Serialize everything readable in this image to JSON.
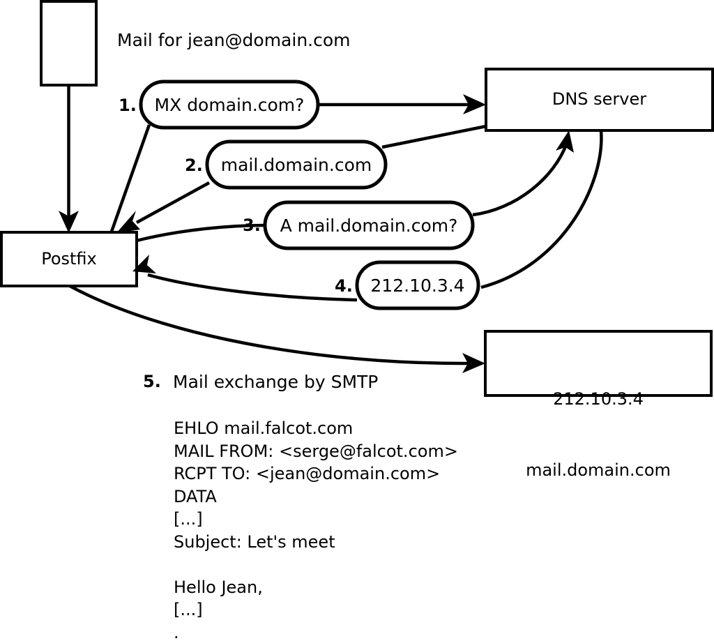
{
  "diagram": {
    "title_text": "Mail for jean@domain.com",
    "nodes": [
      {
        "id": "sender-box",
        "label": ""
      },
      {
        "id": "postfix-box",
        "label": "Postfix"
      },
      {
        "id": "dns-server-box",
        "label": "DNS server"
      },
      {
        "id": "mail-server-box",
        "line1": "212.10.3.4",
        "line2": "mail.domain.com"
      }
    ],
    "steps": [
      {
        "num": "1.",
        "label": "MX domain.com?"
      },
      {
        "num": "2.",
        "label": "mail.domain.com"
      },
      {
        "num": "3.",
        "label": "A mail.domain.com?"
      },
      {
        "num": "4.",
        "label": "212.10.3.4"
      },
      {
        "num": "5.",
        "label": "Mail exchange by SMTP"
      }
    ],
    "smtp_transcript": "EHLO mail.falcot.com\nMAIL FROM: <serge@falcot.com>\nRCPT TO: <jean@domain.com>\nDATA\n[...]\nSubject: Let's meet\n\nHello Jean,\n[...]\n.",
    "colors": {
      "stroke": "#000000",
      "fill": "#ffffff",
      "text": "#000000"
    }
  }
}
